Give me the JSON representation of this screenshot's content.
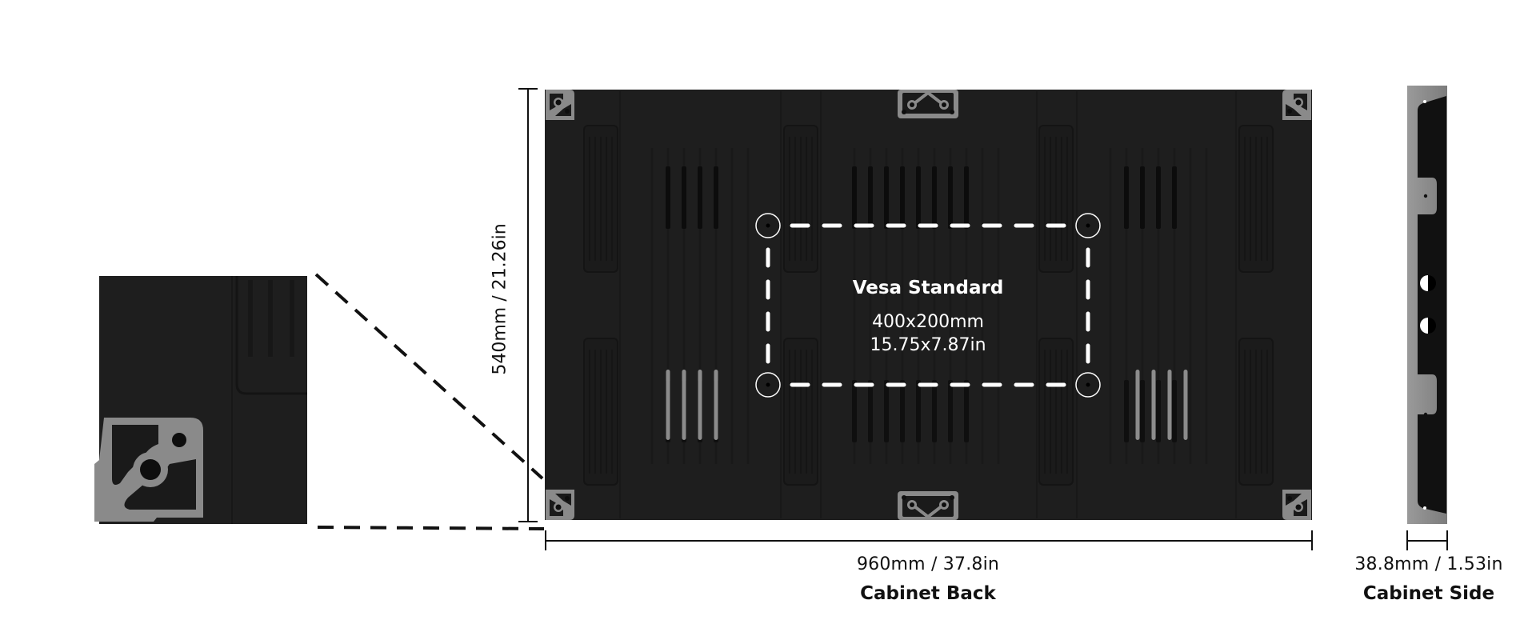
{
  "diagram": {
    "title": "LED Cabinet Dimensions",
    "cabinet_back": {
      "label": "Cabinet Back",
      "width_label": "960mm / 37.8in",
      "height_label": "540mm / 21.26in"
    },
    "cabinet_side": {
      "label": "Cabinet Side",
      "depth_label": "38.8mm / 1.53in"
    },
    "vesa": {
      "title": "Vesa Standard",
      "metric": "400x200mm",
      "imperial": "15.75x7.87in"
    },
    "detail_inset": {
      "description": "corner bracket detail"
    },
    "colors": {
      "panel": "#1e1e1e",
      "panel_dark": "#141414",
      "bracket": "#8a8a8a",
      "line": "#111111",
      "vesa_marker": "#ffffff"
    }
  }
}
